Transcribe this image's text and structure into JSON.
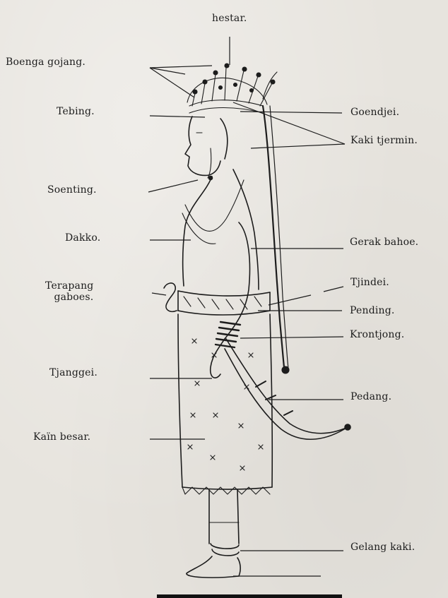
{
  "labels": {
    "top": "hestar.",
    "boenga": "Boenga gojang.",
    "tebing": "Tebing.",
    "soenting": "Soenting.",
    "dakko": "Dakko.",
    "terapang": "Terapang\ngaboes.",
    "tjanggei": "Tjanggei.",
    "kain": "Kaïn besar.",
    "goendjei": "Goendjei.",
    "kaki_tjermin": "Kaki tjermin.",
    "gerak_bahoe": "Gerak bahoe.",
    "tjindei": "Tjindei.",
    "pending": "Pending.",
    "krontjong": "Krontjong.",
    "pedang": "Pedang.",
    "gelang_kaki": "Gelang kaki."
  }
}
